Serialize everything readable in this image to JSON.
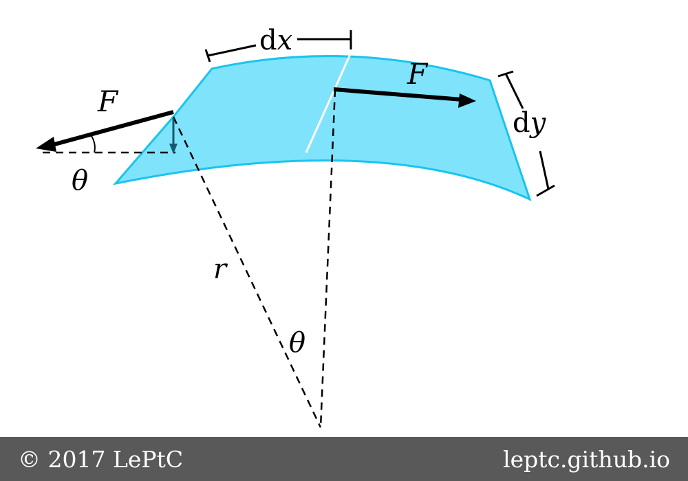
{
  "labels": {
    "force_left": "F",
    "force_right": "F",
    "theta_left": "θ",
    "theta_center": "θ",
    "radius": "r",
    "dx_d": "d",
    "dx_var": "x",
    "dy_d": "d",
    "dy_var": "y"
  },
  "footer": {
    "copyright": "© 2017 LePtC",
    "site": "leptc.github.io"
  },
  "colors": {
    "membrane_fill": "#7fe3fb",
    "membrane_edge": "#19c4ef",
    "vertical_component": "#155a70",
    "footer_bg": "#595959"
  }
}
